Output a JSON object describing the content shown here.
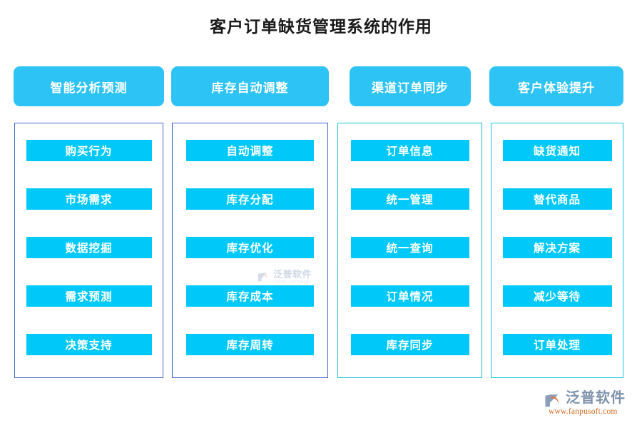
{
  "page": {
    "title": "客户订单缺货管理系统的作用",
    "background_color": "#ffffff"
  },
  "colors": {
    "header_box": "#2ec3f5",
    "item_box": "#00c9f9",
    "border_blue": "#4169c9",
    "border_cyan": "#17c4d4",
    "text_on_box": "#ffffff",
    "title_text": "#1a1a1a",
    "logo_text": "#7f93ad",
    "logo_url": "#d2691e"
  },
  "columns": [
    {
      "header": "智能分析预测",
      "border_color": "#4169c9",
      "items": [
        "购买行为",
        "市场需求",
        "数据挖掘",
        "需求预测",
        "决策支持"
      ]
    },
    {
      "header": "库存自动调整",
      "border_color": "#3f68cb",
      "items": [
        "自动调整",
        "库存分配",
        "库存优化",
        "库存成本",
        "库存周转"
      ]
    },
    {
      "header": "渠道订单同步",
      "border_color": "#17c4d4",
      "items": [
        "订单信息",
        "统一管理",
        "统一查询",
        "订单情况",
        "库存同步"
      ]
    },
    {
      "header": "客户体验提升",
      "border_color": "#10c6dd",
      "items": [
        "缺货通知",
        "替代商品",
        "解决方案",
        "减少等待",
        "订单处理"
      ]
    }
  ],
  "watermark": {
    "cn": "泛普软件",
    "en": "FANPU SOFTWARE"
  },
  "logo": {
    "cn": "泛普软件",
    "url": "www.fanpusoft.com"
  }
}
